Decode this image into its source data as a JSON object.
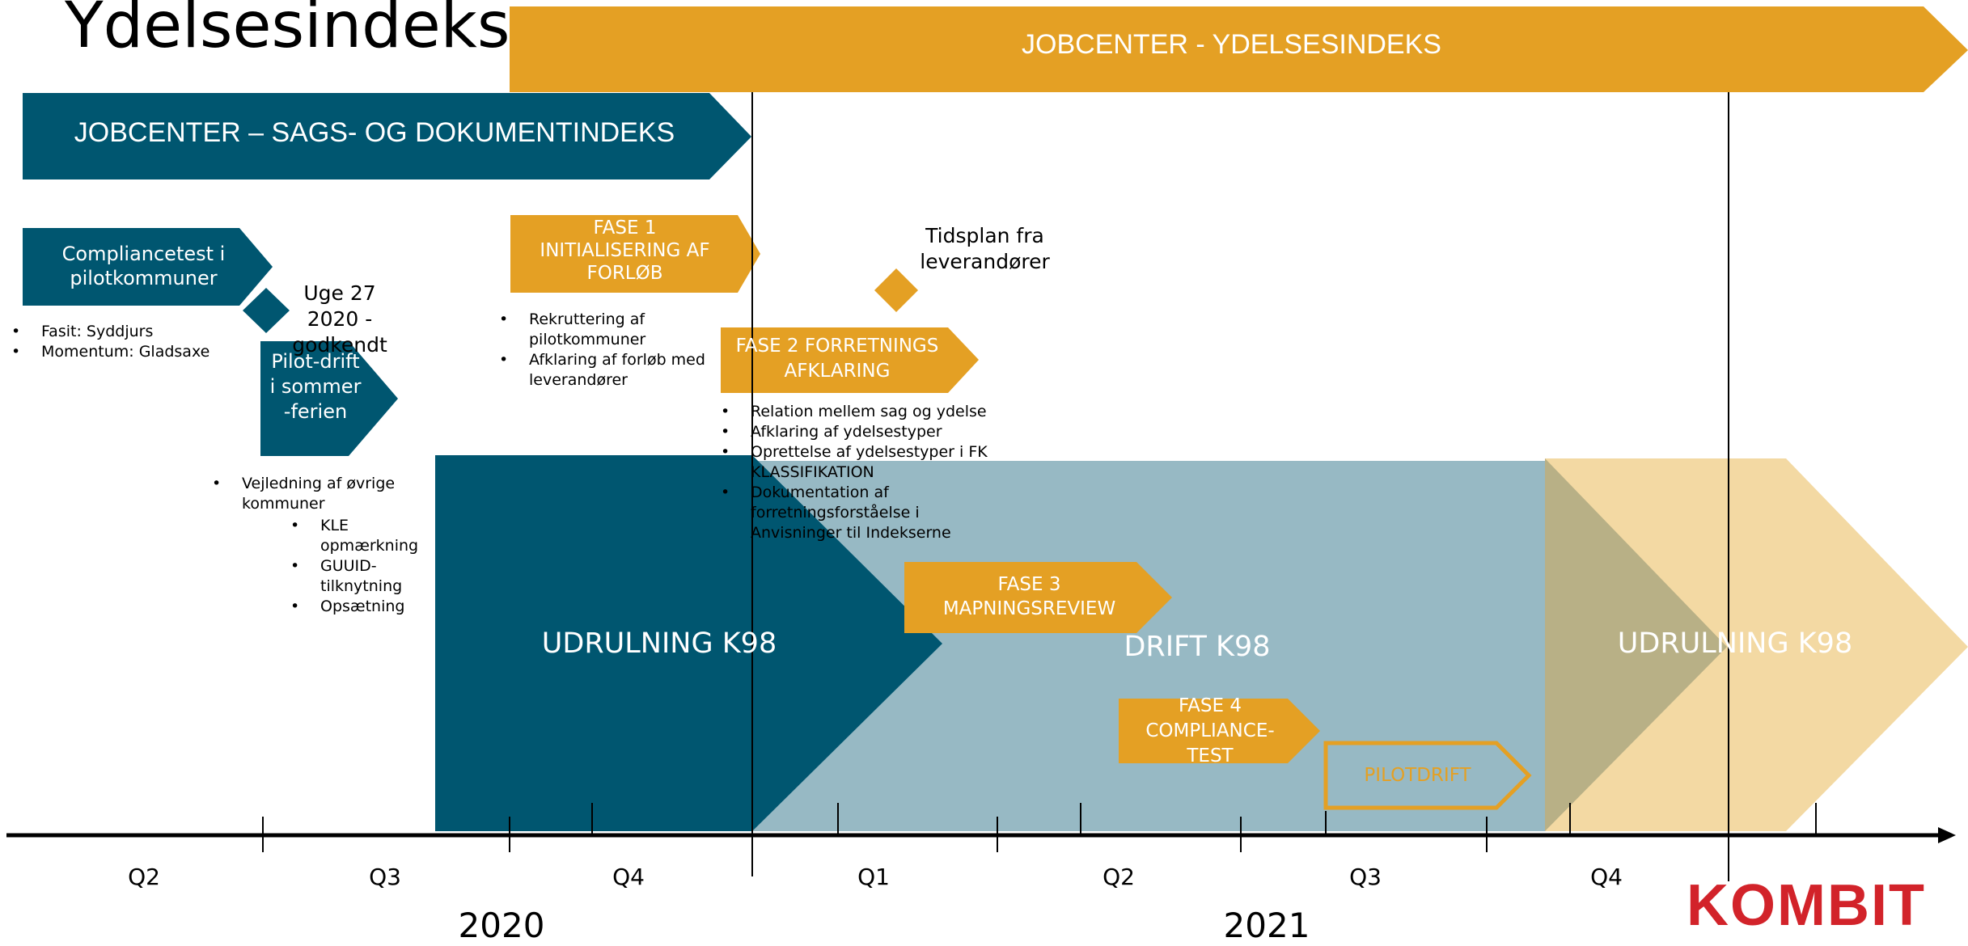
{
  "title": "Ydelsesindeks",
  "banners": {
    "ydelse": "JOBCENTER - YDELSESINDEKS",
    "sags": "JOBCENTER – SAGS- OG DOKUMENTINDEKS"
  },
  "phases": {
    "compliance_test": "Compliancetest i pilotkommuner",
    "uge27": "Uge 27 2020 - godkendt",
    "pilotdrift_sommer": "Pilot-drift i sommer -ferien",
    "fase1": "FASE 1 INITIALISERING AF FORLØB",
    "tidsplan": "Tidsplan fra leverandører",
    "fase2": "FASE 2 FORRETNINGS AFKLARING",
    "fase3": "FASE 3 MAPNINGSREVIEW",
    "fase4": "FASE 4 COMPLIANCE-TEST",
    "pilotdrift": "PILOTDRIFT",
    "udrulning_1": "UDRULNING K98",
    "drift": "DRIFT K98",
    "udrulning_2": "UDRULNING K98"
  },
  "bullets": {
    "compliance": [
      "Fasit: Syddjurs",
      "Momentum: Gladsaxe"
    ],
    "vejledning": [
      "Vejledning af øvrige kommuner"
    ],
    "vejledning_sub": [
      "KLE opmærkning",
      "GUUID-tilknytning",
      "Opsætning"
    ],
    "fase1": [
      "Rekruttering af pilotkommuner",
      "Afklaring af forløb med leverandører"
    ],
    "fase2": [
      "Relation mellem sag og ydelse",
      "Afklaring af ydelsestyper",
      "Oprettelse af ydelsestyper i FK KLASSIFIKATION",
      "Dokumentation af forretningsforståelse i Anvisninger til Indekserne"
    ]
  },
  "timeline": {
    "quarters": [
      "Q2",
      "Q3",
      "Q4",
      "Q1",
      "Q2",
      "Q3",
      "Q4"
    ],
    "years": [
      "2020",
      "2021"
    ]
  },
  "logo": "KOMBIT",
  "colors": {
    "teal_dark": "#005670",
    "teal_light": "#97b9c4",
    "orange": "#e4a024",
    "orange_light": "#f3d9a3",
    "olive": "#b8b086",
    "kombit_red": "#d2232a"
  }
}
